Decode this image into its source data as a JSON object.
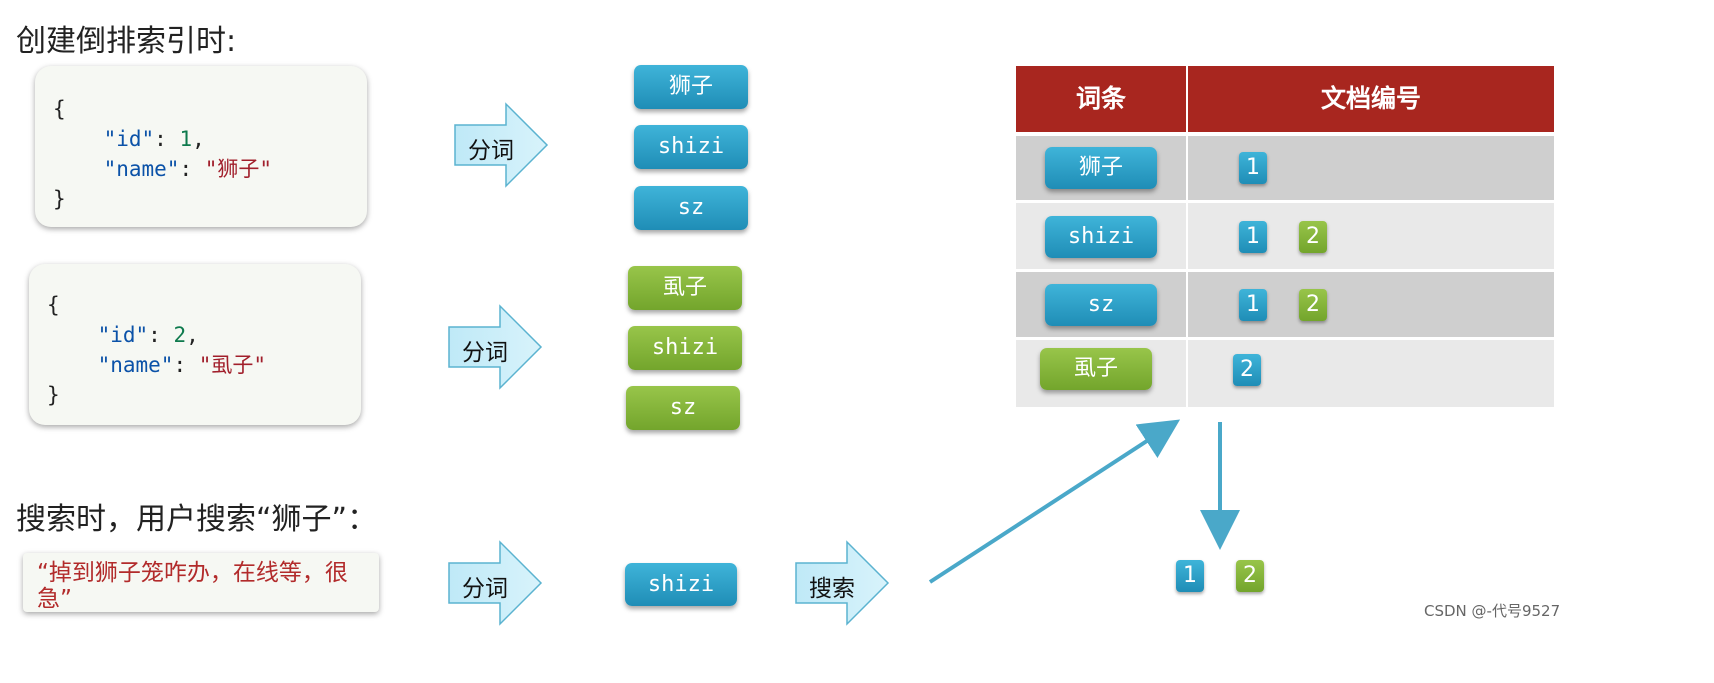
{
  "heading_create": "创建倒排索引时:",
  "heading_search": "搜索时，用户搜索“狮子”：",
  "doc1": {
    "open": "{",
    "id_key": "\"id\"",
    "id_val": "1",
    "name_key": "\"name\"",
    "name_val": "\"狮子\"",
    "close": "}"
  },
  "doc2": {
    "open": "{",
    "id_key": "\"id\"",
    "id_val": "2",
    "name_key": "\"name\"",
    "name_val": "\"虱子\"",
    "close": "}"
  },
  "tokenize_label": "分词",
  "search_label": "搜索",
  "tokens1": [
    "狮子",
    "shizi",
    "sz"
  ],
  "tokens2": [
    "虱子",
    "shizi",
    "sz"
  ],
  "table": {
    "col_term": "词条",
    "col_docs": "文档编号",
    "rows": [
      {
        "term": "狮子",
        "docs": [
          "1"
        ]
      },
      {
        "term": "shizi",
        "docs": [
          "1",
          "2"
        ]
      },
      {
        "term": "sz",
        "docs": [
          "1",
          "2"
        ]
      },
      {
        "term": "虱子",
        "docs": [
          "2"
        ]
      }
    ]
  },
  "query": "“掉到狮子笼咋办，在线等，很急”",
  "query_token": "shizi",
  "results": [
    "1",
    "2"
  ],
  "watermark": "CSDN @-代号9527",
  "colors": {
    "blue_chip": "#1f8db6",
    "green_chip": "#73a52c",
    "table_header": "#a8261f",
    "arrow": "#4aa8c9"
  }
}
